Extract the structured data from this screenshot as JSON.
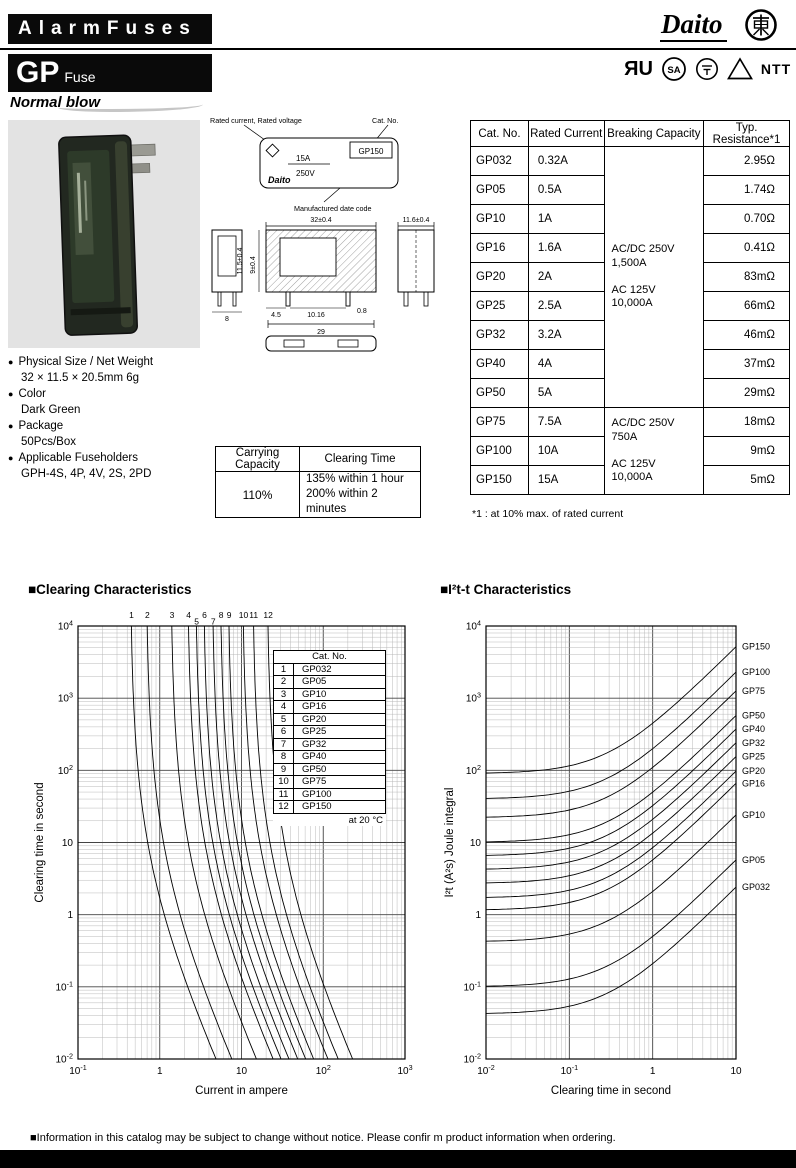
{
  "header": {
    "title": "AlarmFuses",
    "brand": "Daito",
    "series": "GP",
    "series_suffix": "Fuse",
    "subtitle": "Normal blow",
    "certs": {
      "ul_r": "R",
      "ul_u": "U",
      "csa": "SA",
      "ntt": "NTT"
    }
  },
  "drawing": {
    "ann_rated": "Rated current, Rated voltage",
    "ann_cat": "Cat. No.",
    "ann_date": "Manufactured date code",
    "label_model": "GP150",
    "label_amp": "15A",
    "label_volt": "250V",
    "label_brand": "Daito",
    "dim_width": "32±0.4",
    "dim_depth": "11.6±0.4",
    "dim_height": "11.5±0.4",
    "dim_inner": "9±0.4",
    "dim_pin_offset": "4.5",
    "dim_pin_pitch": "10.16",
    "dim_pin_w": "0.8",
    "dim_body": "29",
    "dim_side": "8"
  },
  "specs": [
    {
      "label": "Physical Size / Net Weight",
      "value": "32 × 11.5 × 20.5mm  6g"
    },
    {
      "label": "Color",
      "value": "Dark Green"
    },
    {
      "label": "Package",
      "value": "50Pcs/Box"
    },
    {
      "label": "Applicable Fuseholders",
      "value": "GPH-4S, 4P, 4V, 2S, 2PD"
    }
  ],
  "carrying_table": {
    "col1_header": "Carrying Capacity",
    "col2_header": "Clearing Time",
    "capacity": "110%",
    "clearing_line1": "135% within 1 hour",
    "clearing_line2": "200% within 2 minutes"
  },
  "ratings_table": {
    "headers": [
      "Cat. No.",
      "Rated Current",
      "Breaking Capacity",
      "Typ. Resistance*1"
    ],
    "rows": [
      {
        "cat": "GP032",
        "current": "0.32A",
        "resistance": "2.95Ω"
      },
      {
        "cat": "GP05",
        "current": "0.5A",
        "resistance": "1.74Ω"
      },
      {
        "cat": "GP10",
        "current": "1A",
        "resistance": "0.70Ω"
      },
      {
        "cat": "GP16",
        "current": "1.6A",
        "resistance": "0.41Ω"
      },
      {
        "cat": "GP20",
        "current": "2A",
        "resistance": "83mΩ"
      },
      {
        "cat": "GP25",
        "current": "2.5A",
        "resistance": "66mΩ"
      },
      {
        "cat": "GP32",
        "current": "3.2A",
        "resistance": "46mΩ"
      },
      {
        "cat": "GP40",
        "current": "4A",
        "resistance": "37mΩ"
      },
      {
        "cat": "GP50",
        "current": "5A",
        "resistance": "29mΩ"
      },
      {
        "cat": "GP75",
        "current": "7.5A",
        "resistance": "18mΩ"
      },
      {
        "cat": "GP100",
        "current": "10A",
        "resistance": "9mΩ"
      },
      {
        "cat": "GP150",
        "current": "15A",
        "resistance": "5mΩ"
      }
    ],
    "breaking": [
      {
        "rows": 9,
        "lines": [
          "AC/DC 250V",
          "1,500A",
          "",
          "AC 125V",
          "10,000A"
        ]
      },
      {
        "rows": 3,
        "lines": [
          "AC/DC 250V",
          "750A",
          "",
          "AC 125V",
          "10,000A"
        ]
      }
    ],
    "footnote": "*1 : at 10% max. of rated current"
  },
  "sections": {
    "clearing_title": "■Clearing Characteristics",
    "i2t_title": "■I²t-t Characteristics"
  },
  "chart_data": [
    {
      "type": "line",
      "title": "Clearing Characteristics",
      "xlabel": "Current in ampere",
      "ylabel": "Clearing time in second",
      "xscale": "log",
      "yscale": "log",
      "xlim": [
        0.1,
        1000
      ],
      "ylim": [
        0.01,
        10000
      ],
      "xticks": [
        -1,
        0,
        1,
        2,
        3
      ],
      "yticks": [
        -2,
        -1,
        0,
        1,
        2,
        3,
        4
      ],
      "grid": true,
      "legend_header": "Cat. No.",
      "legend_note": "at 20 °C",
      "series": [
        {
          "num": 1,
          "name": "GP032",
          "rated_a": 0.32
        },
        {
          "num": 2,
          "name": "GP05",
          "rated_a": 0.5
        },
        {
          "num": 3,
          "name": "GP10",
          "rated_a": 1
        },
        {
          "num": 4,
          "name": "GP16",
          "rated_a": 1.6
        },
        {
          "num": 5,
          "name": "GP20",
          "rated_a": 2
        },
        {
          "num": 6,
          "name": "GP25",
          "rated_a": 2.5
        },
        {
          "num": 7,
          "name": "GP32",
          "rated_a": 3.2
        },
        {
          "num": 8,
          "name": "GP40",
          "rated_a": 4
        },
        {
          "num": 9,
          "name": "GP50",
          "rated_a": 5
        },
        {
          "num": 10,
          "name": "GP75",
          "rated_a": 7.5
        },
        {
          "num": 11,
          "name": "GP100",
          "rated_a": 10
        },
        {
          "num": 12,
          "name": "GP150",
          "rated_a": 15
        }
      ]
    },
    {
      "type": "line",
      "title": "I²t-t Characteristics",
      "xlabel": "Clearing time in second",
      "ylabel": "I²t (A²s) Joule integral",
      "xscale": "log",
      "yscale": "log",
      "xlim": [
        0.01,
        10
      ],
      "ylim": [
        0.01,
        10000
      ],
      "xticks": [
        -2,
        -1,
        0,
        1
      ],
      "yticks": [
        -2,
        -1,
        0,
        1,
        2,
        3,
        4
      ],
      "grid": true,
      "series": [
        {
          "name": "GP150",
          "rated_a": 15,
          "i2t_a2s": 90
        },
        {
          "name": "GP100",
          "rated_a": 10,
          "i2t_a2s": 40
        },
        {
          "name": "GP75",
          "rated_a": 7.5,
          "i2t_a2s": 22
        },
        {
          "name": "GP50",
          "rated_a": 5,
          "i2t_a2s": 10
        },
        {
          "name": "GP40",
          "rated_a": 4,
          "i2t_a2s": 6.5
        },
        {
          "name": "GP32",
          "rated_a": 3.2,
          "i2t_a2s": 4.2
        },
        {
          "name": "GP25",
          "rated_a": 2.5,
          "i2t_a2s": 2.7
        },
        {
          "name": "GP20",
          "rated_a": 2,
          "i2t_a2s": 1.7
        },
        {
          "name": "GP16",
          "rated_a": 1.6,
          "i2t_a2s": 1.15
        },
        {
          "name": "GP10",
          "rated_a": 1,
          "i2t_a2s": 0.42
        },
        {
          "name": "GP05",
          "rated_a": 0.5,
          "i2t_a2s": 0.1
        },
        {
          "name": "GP032",
          "rated_a": 0.32,
          "i2t_a2s": 0.042
        }
      ]
    }
  ],
  "footer": {
    "note": "■Information in this catalog may be subject to change without notice. Please confir m product information when ordering."
  }
}
